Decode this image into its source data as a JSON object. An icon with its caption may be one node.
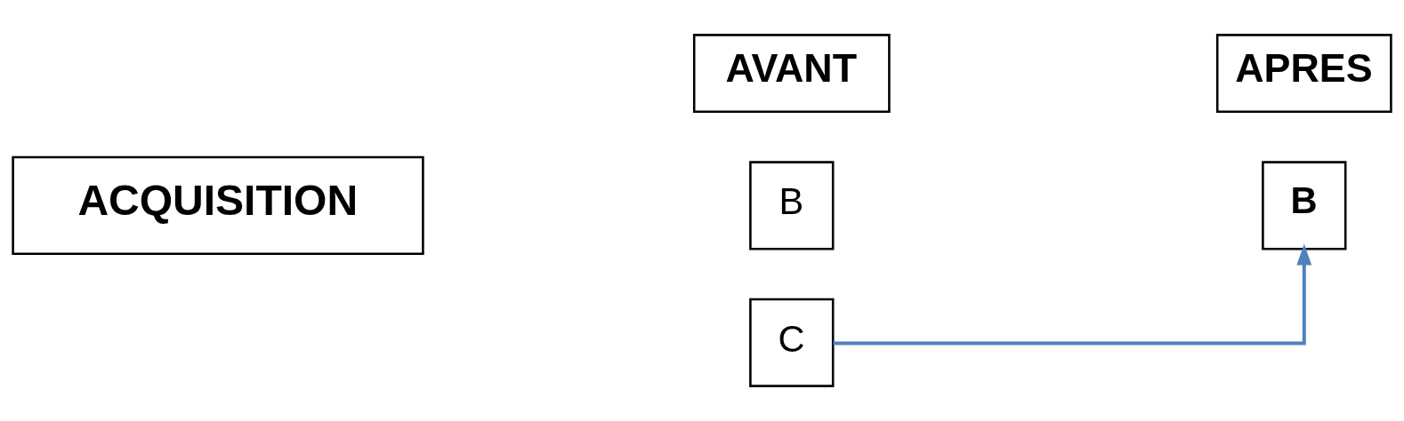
{
  "diagram": {
    "nodes": [
      {
        "text": [
          "ACQUISITION"
        ]
      },
      {
        "text": [
          "AVANT"
        ]
      },
      {
        "text": [
          "B"
        ]
      },
      {
        "text": [
          "C"
        ]
      },
      {
        "text": [
          "APRES"
        ]
      },
      {
        "text": [
          "B"
        ]
      }
    ],
    "edges": [
      {
        "from": 3,
        "to": 5,
        "arrow": "to",
        "color": "#4f81bd"
      }
    ]
  }
}
